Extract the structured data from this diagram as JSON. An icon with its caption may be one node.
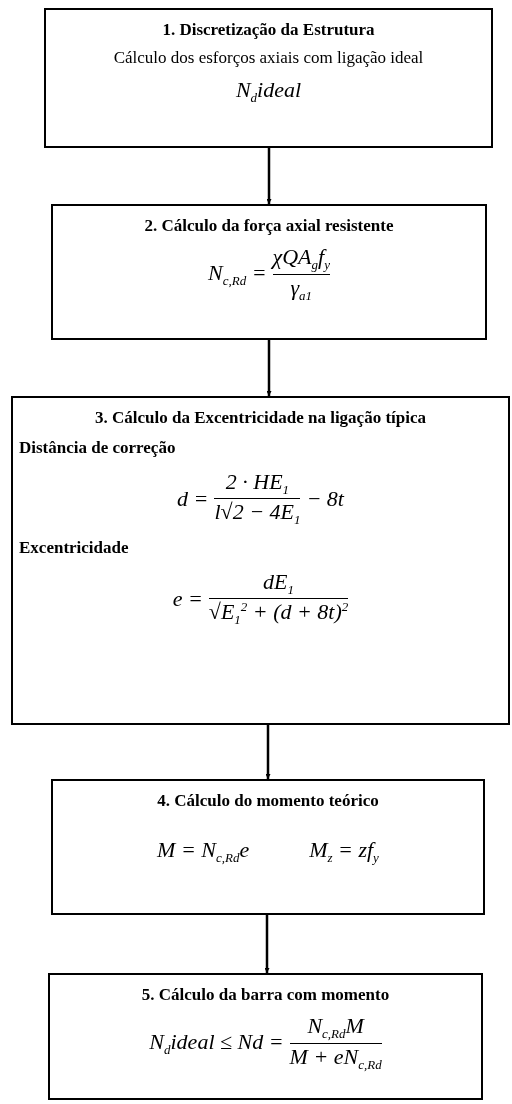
{
  "diagram": {
    "nodes": [
      {
        "text": [
          "1. Discretização da Estrutura",
          "Cálculo dos esforços axiais com ligação ideal",
          "N$_{d}$ideal"
        ]
      },
      {
        "text": [
          "2. Cálculo da força axial resistente",
          "N$_{c,Rd}$ =",
          "χQA$_{g}$f$_{y}$",
          "γ$_{a1}$"
        ]
      },
      {
        "text": [
          "3. Cálculo da Excentricidade na ligação típica",
          "Distância de correção",
          "d =",
          "2 · HE$_{1}$",
          "l√2 − 4E$_{1}$",
          "− 8t",
          "Excentricidade",
          "e =",
          "dE$_{1}$",
          "√E$_{1}$$^{2}$ + (d + 8t)$^{2}$"
        ]
      },
      {
        "text": [
          "4. Cálculo do momento teórico",
          "M = N$_{c,Rd}$e",
          "M$_{z}$ = zf$_{y}$"
        ]
      },
      {
        "text": [
          "5. Cálculo da barra com momento",
          "N$_{d}$ideal ≤ Nd =",
          "N$_{c,Rd}$M",
          "M + eN$_{c,Rd}$"
        ]
      }
    ],
    "edges": [
      {
        "from": 0,
        "to": 1,
        "arrow": "to"
      },
      {
        "from": 1,
        "to": 2,
        "arrow": "to"
      },
      {
        "from": 2,
        "to": 3,
        "arrow": "to"
      },
      {
        "from": 3,
        "to": 4,
        "arrow": "to"
      }
    ]
  }
}
